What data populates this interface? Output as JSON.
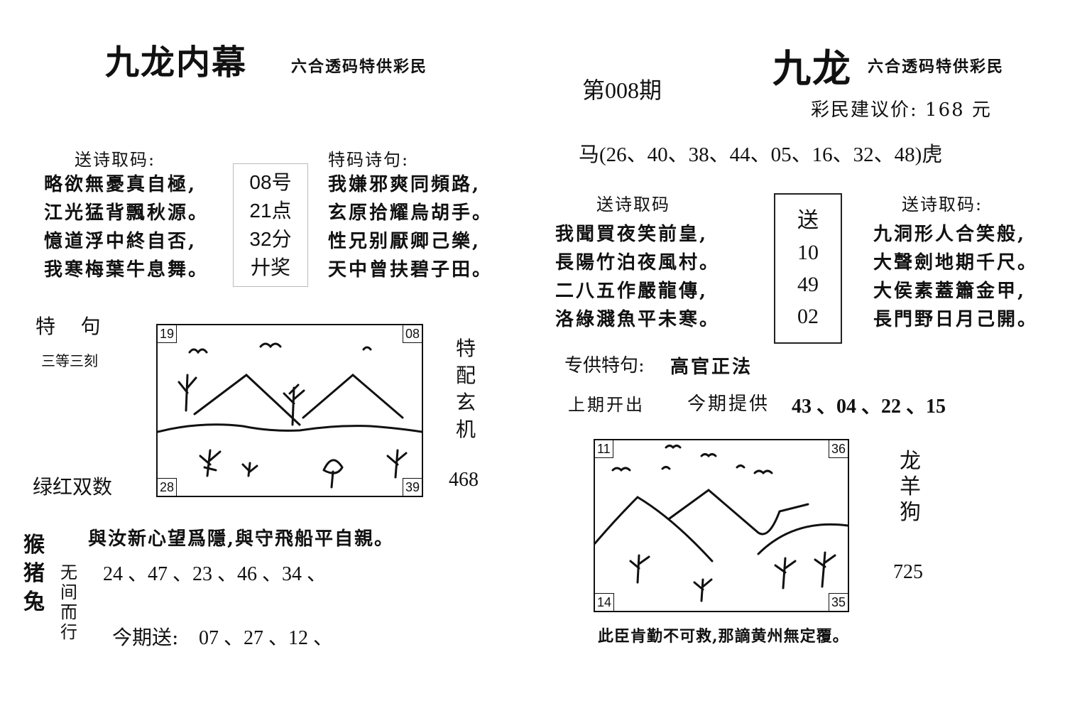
{
  "left": {
    "title": "九龙内幕",
    "subtitle": "六合透码特供彩民",
    "send_poem_header": "送诗取码:",
    "send_poem": [
      "略欲無憂真自極,",
      "江光猛背飄秋源。",
      "憶道浮中終自否,",
      "我寒梅葉牛息舞。"
    ],
    "box": [
      "08号",
      "21点",
      "32分",
      "廾奖"
    ],
    "special_poem_header": "特码诗句:",
    "special_poem": [
      "我嫌邪爽同頻路,",
      "玄原拾耀烏胡手。",
      "性兄别厭卿己樂,",
      "天中曾扶碧子田。"
    ],
    "special_phrase_label": "特    句",
    "special_phrase": "三等三刻",
    "picture_corners": [
      "19",
      "08",
      "28",
      "39"
    ],
    "right_vertical": [
      "特",
      "配",
      "玄",
      "机"
    ],
    "right_number": "468",
    "color_hint": "绿红双数",
    "proverb": "與汝新心望爲隱,與守飛船平自親。",
    "zodiac_vertical": [
      "猴",
      "猪",
      "兔"
    ],
    "phrase_vertical": [
      "无",
      "间",
      "而",
      "行"
    ],
    "numbers_row": "24 、47 、23 、46 、34 、",
    "today_send_label": "今期送:",
    "today_send_numbers": "07 、27 、12 、"
  },
  "right": {
    "title": "九龙",
    "subtitle": "六合透码特供彩民",
    "issue": "第008期",
    "price": "彩民建议价: 168 元",
    "numbers_line": "马(26、40、38、44、05、16、32、48)虎",
    "send_poem_header_left": "送诗取码",
    "poem_left": [
      "我聞買夜笑前皇,",
      "長陽竹泊夜風村。",
      "二八五作嚴龍傳,",
      "洛綠濺魚平未寒。"
    ],
    "box": [
      "送",
      "10",
      "49",
      "02"
    ],
    "send_poem_header_right": "送诗取码:",
    "poem_right": [
      "九洞形人合笑般,",
      "大聲劍地期千尺。",
      "大侯素蓋簫金甲,",
      "長門野日月己開。"
    ],
    "special_label": "专供特句:",
    "special_value": "高官正法",
    "last_issue_label": "上期开出",
    "provide_label": "今期提供",
    "provide_numbers": "43 、04 、22 、15",
    "picture_corners": [
      "11",
      "36",
      "14",
      "35"
    ],
    "zodiac_vertical": [
      "龙",
      "羊",
      "狗"
    ],
    "right_number": "725",
    "proverb": "此臣肯勤不可救,那謫黄州無定覆。"
  }
}
